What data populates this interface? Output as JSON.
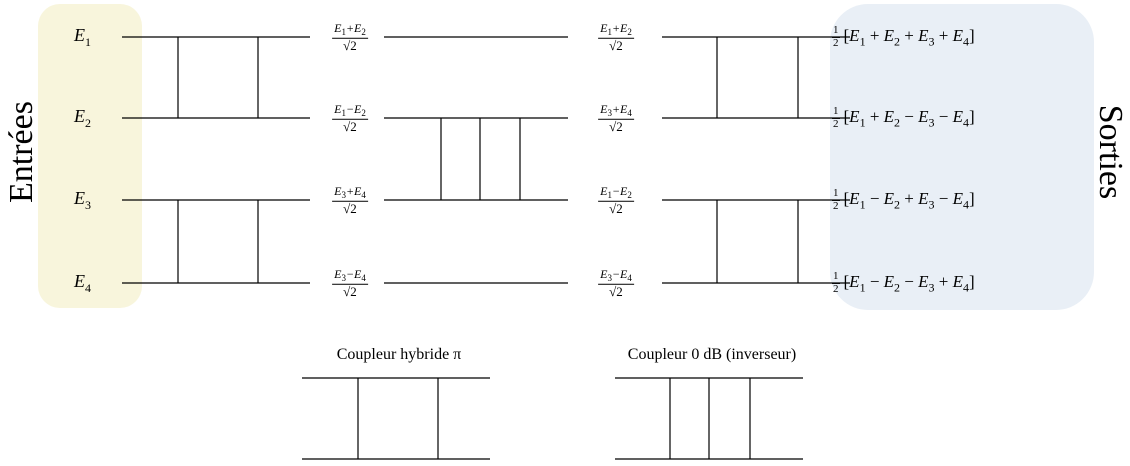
{
  "panels": {
    "inputs_label": "Entrées",
    "outputs_label": "Sorties",
    "inputs_bg": "#f8f5dc",
    "outputs_bg": "#e9eff6"
  },
  "inputs": [
    {
      "sym": "E",
      "sub": "1"
    },
    {
      "sym": "E",
      "sub": "2"
    },
    {
      "sym": "E",
      "sub": "3"
    },
    {
      "sym": "E",
      "sub": "4"
    }
  ],
  "stage1": [
    {
      "num": "E1+E2",
      "den": "√2"
    },
    {
      "num": "E1−E2",
      "den": "√2"
    },
    {
      "num": "E3+E4",
      "den": "√2"
    },
    {
      "num": "E3−E4",
      "den": "√2"
    }
  ],
  "stage2": [
    {
      "num": "E1+E2",
      "den": "√2"
    },
    {
      "num": "E3+E4",
      "den": "√2"
    },
    {
      "num": "E1−E2",
      "den": "√2"
    },
    {
      "num": "E3−E4",
      "den": "√2"
    }
  ],
  "outputs": [
    {
      "coef_num": "1",
      "coef_den": "2",
      "expr": "[E1 + E2 + E3 + E4]"
    },
    {
      "coef_num": "1",
      "coef_den": "2",
      "expr": "[E1 + E2 − E3 − E4]"
    },
    {
      "coef_num": "1",
      "coef_den": "2",
      "expr": "[E1 − E2 + E3 − E4]"
    },
    {
      "coef_num": "1",
      "coef_den": "2",
      "expr": "[E1 − E2 − E3 + E4]"
    }
  ],
  "legend": {
    "hybrid_caption": "Coupleur hybride π",
    "zero_db_caption": "Coupleur 0 dB (inverseur)"
  }
}
